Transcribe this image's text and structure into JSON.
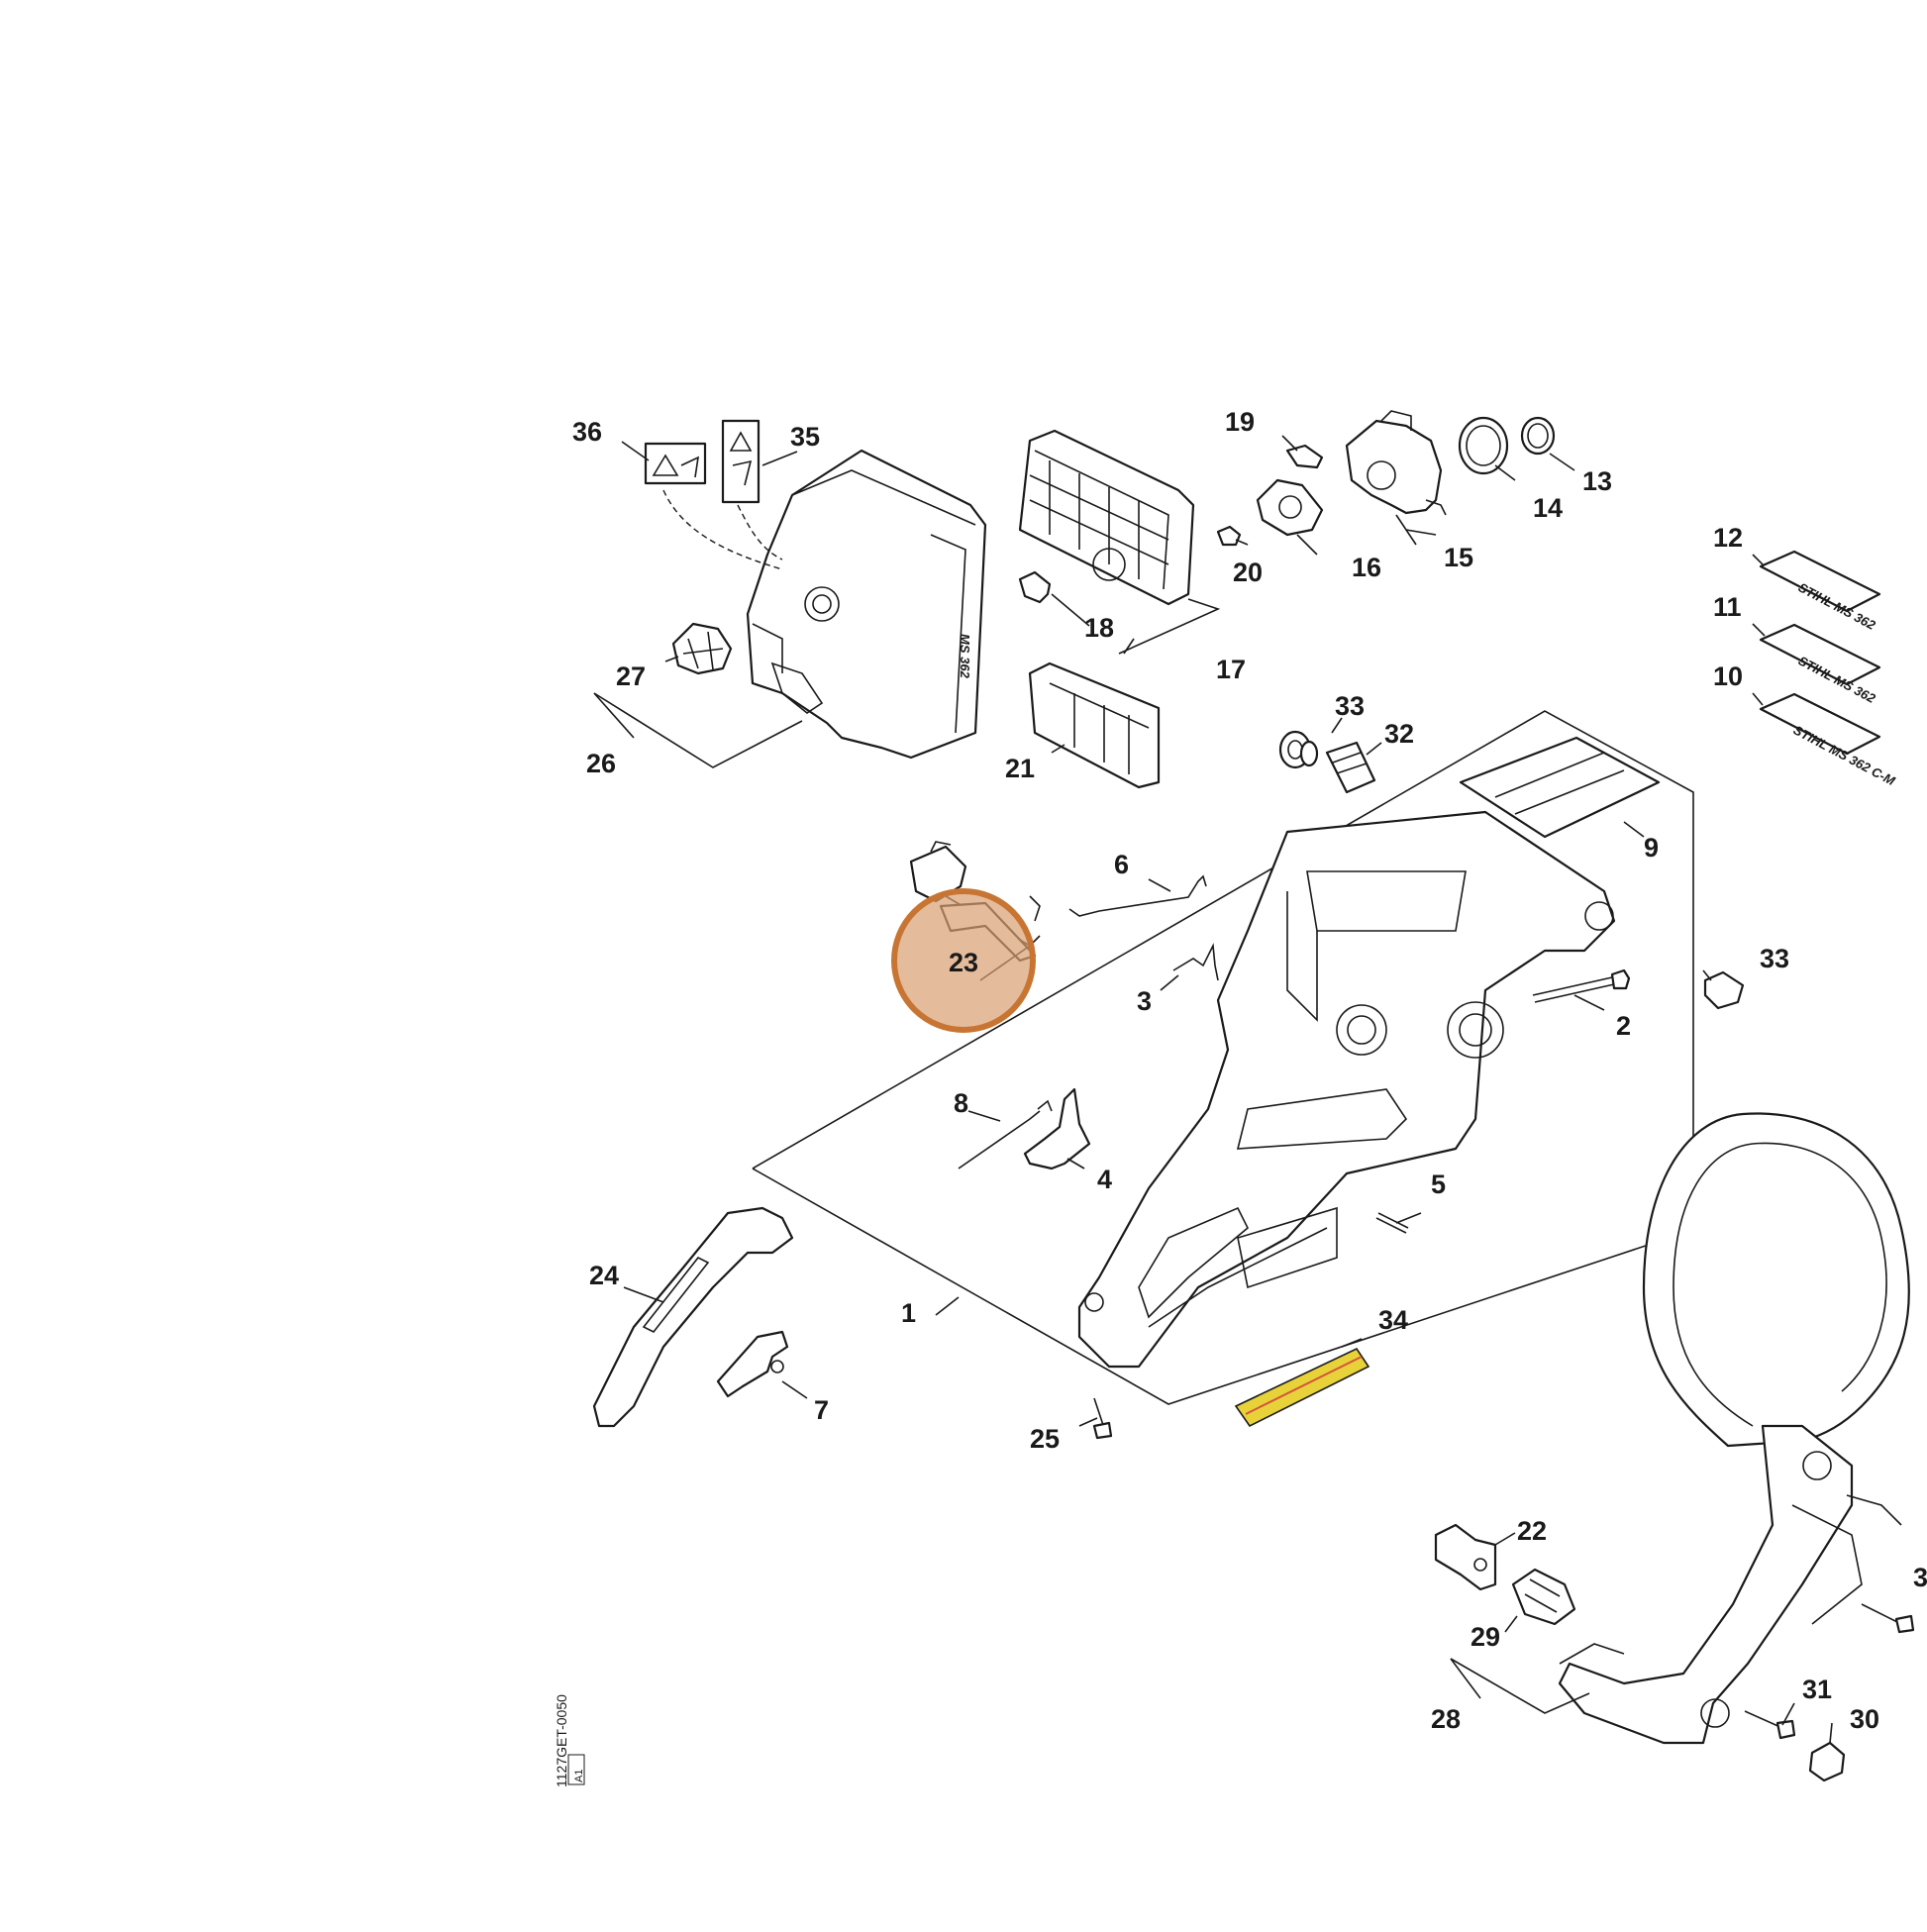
{
  "diagram": {
    "highlight": {
      "label": "23",
      "color": "#d8a070",
      "ring_color": "#c87533"
    },
    "warning_strip_color": "#e8d23a",
    "warning_strip_line": "#d2553a",
    "reference_code": "1127GET-0050",
    "reference_box": "A1",
    "decals": [
      "STIHL MS 362",
      "STIHL MS 362",
      "STIHL MS 362 C-M"
    ],
    "parts": [
      {
        "id": "p1",
        "label": "1"
      },
      {
        "id": "p2",
        "label": "2"
      },
      {
        "id": "p3",
        "label": "3"
      },
      {
        "id": "p4",
        "label": "4"
      },
      {
        "id": "p5",
        "label": "5"
      },
      {
        "id": "p6",
        "label": "6"
      },
      {
        "id": "p7",
        "label": "7"
      },
      {
        "id": "p8",
        "label": "8"
      },
      {
        "id": "p9",
        "label": "9"
      },
      {
        "id": "p10",
        "label": "10"
      },
      {
        "id": "p11",
        "label": "11"
      },
      {
        "id": "p12",
        "label": "12"
      },
      {
        "id": "p13",
        "label": "13"
      },
      {
        "id": "p14",
        "label": "14"
      },
      {
        "id": "p15",
        "label": "15"
      },
      {
        "id": "p16",
        "label": "16"
      },
      {
        "id": "p17",
        "label": "17"
      },
      {
        "id": "p18",
        "label": "18"
      },
      {
        "id": "p19",
        "label": "19"
      },
      {
        "id": "p20",
        "label": "20"
      },
      {
        "id": "p21",
        "label": "21"
      },
      {
        "id": "p22",
        "label": "22"
      },
      {
        "id": "p24",
        "label": "24"
      },
      {
        "id": "p25",
        "label": "25"
      },
      {
        "id": "p26",
        "label": "26"
      },
      {
        "id": "p27",
        "label": "27"
      },
      {
        "id": "p28",
        "label": "28"
      },
      {
        "id": "p29",
        "label": "29"
      },
      {
        "id": "p30",
        "label": "30"
      },
      {
        "id": "p31",
        "label": "31"
      },
      {
        "id": "p32",
        "label": "32"
      },
      {
        "id": "p33a",
        "label": "33"
      },
      {
        "id": "p33b",
        "label": "33"
      },
      {
        "id": "p34",
        "label": "34"
      },
      {
        "id": "p35",
        "label": "35"
      },
      {
        "id": "p36",
        "label": "36"
      },
      {
        "id": "p3b",
        "label": "3"
      }
    ]
  }
}
